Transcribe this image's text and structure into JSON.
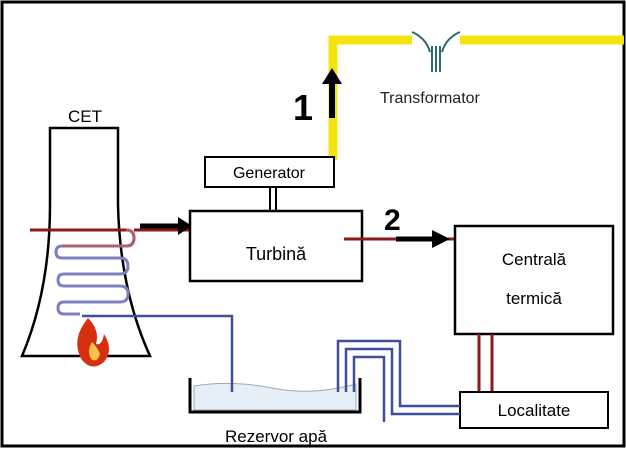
{
  "labels": {
    "cet": "CET",
    "generator": "Generator",
    "turbina": "Turbină",
    "transformator": "Transformator",
    "centrala_line1": "Centrală",
    "centrala_line2": "termică",
    "localitate": "Localitate",
    "rezervor": "Rezervor apă",
    "marker1": "1",
    "marker2": "2"
  },
  "colors": {
    "border": "#000000",
    "power_line": "#f5e30f",
    "steam_pipe": "#8b1a1a",
    "water_pipe": "#3f4f9a",
    "arrow": "#000000",
    "flame": "#d63010"
  },
  "icons": {
    "flame": "flame-icon",
    "transformer": "transformer-icon"
  }
}
